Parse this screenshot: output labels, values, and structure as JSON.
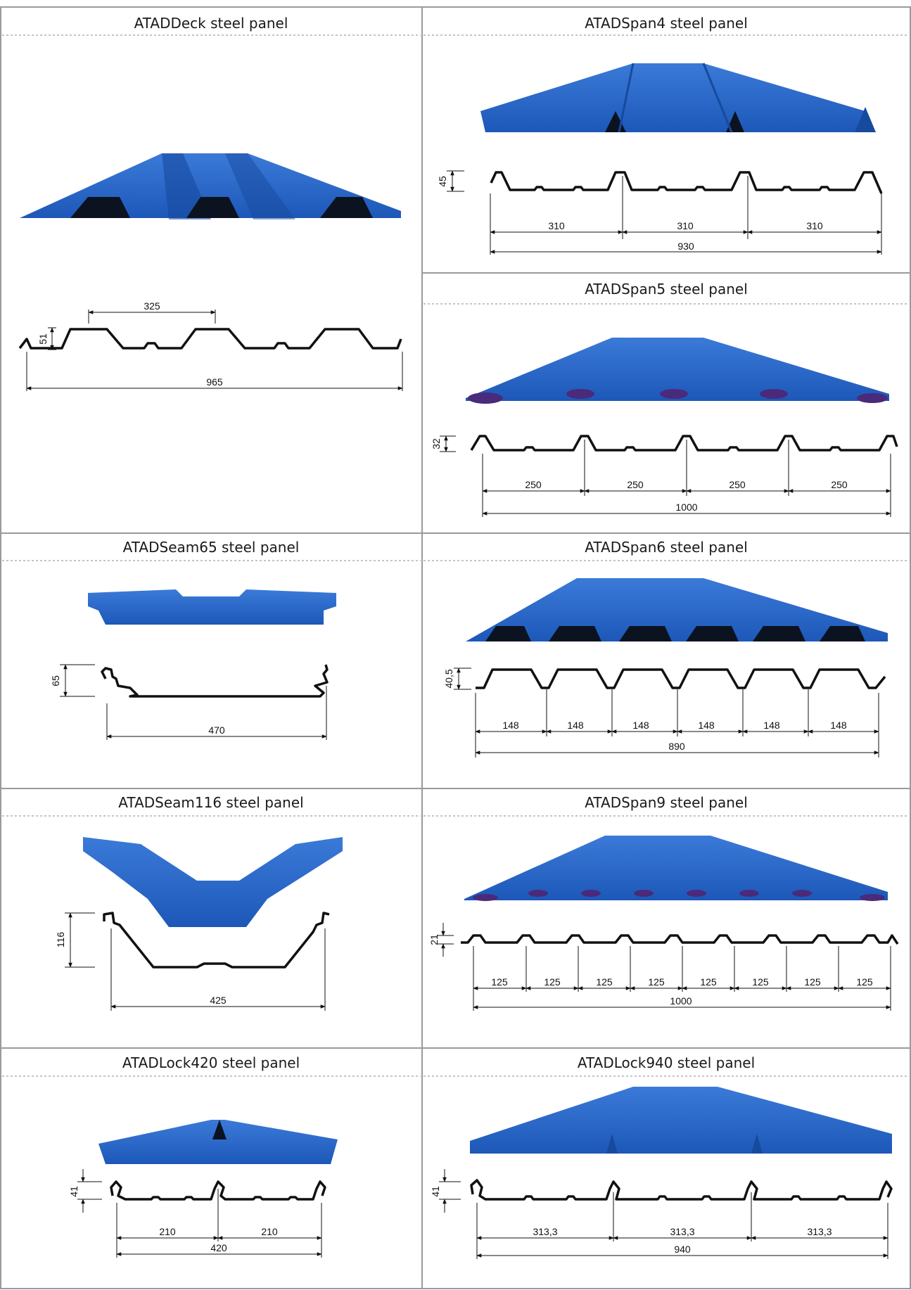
{
  "colors": {
    "panel": "#2160c4",
    "panel_dark": "#174a9e",
    "panel_light": "#3b7ad8",
    "shadow": "#0b1220",
    "grid": "#9a9a9a"
  },
  "panels": [
    {
      "id": "atad-deck",
      "title": "ATADDeck steel panel",
      "height": "51",
      "pitch": "325",
      "overall": "965"
    },
    {
      "id": "atad-span4",
      "title": "ATADSpan4 steel panel",
      "height": "45",
      "spans": [
        "310",
        "310",
        "310"
      ],
      "overall": "930"
    },
    {
      "id": "atad-span5",
      "title": "ATADSpan5 steel panel",
      "height": "32",
      "spans": [
        "250",
        "250",
        "250",
        "250"
      ],
      "overall": "1000"
    },
    {
      "id": "atad-seam65",
      "title": "ATADSeam65 steel panel",
      "height": "65",
      "overall": "470"
    },
    {
      "id": "atad-span6",
      "title": "ATADSpan6 steel panel",
      "height": "40,5",
      "spans": [
        "148",
        "148",
        "148",
        "148",
        "148",
        "148"
      ],
      "overall": "890"
    },
    {
      "id": "atad-seam116",
      "title": "ATADSeam116 steel panel",
      "height": "116",
      "overall": "425"
    },
    {
      "id": "atad-span9",
      "title": "ATADSpan9 steel panel",
      "height": "21",
      "spans": [
        "125",
        "125",
        "125",
        "125",
        "125",
        "125",
        "125",
        "125"
      ],
      "overall": "1000"
    },
    {
      "id": "atad-lock420",
      "title": "ATADLock420 steel panel",
      "height": "41",
      "spans": [
        "210",
        "210"
      ],
      "overall": "420"
    },
    {
      "id": "atad-lock940",
      "title": "ATADLock940 steel panel",
      "height": "41",
      "spans": [
        "313,3",
        "313,3",
        "313,3"
      ],
      "overall": "940"
    }
  ]
}
